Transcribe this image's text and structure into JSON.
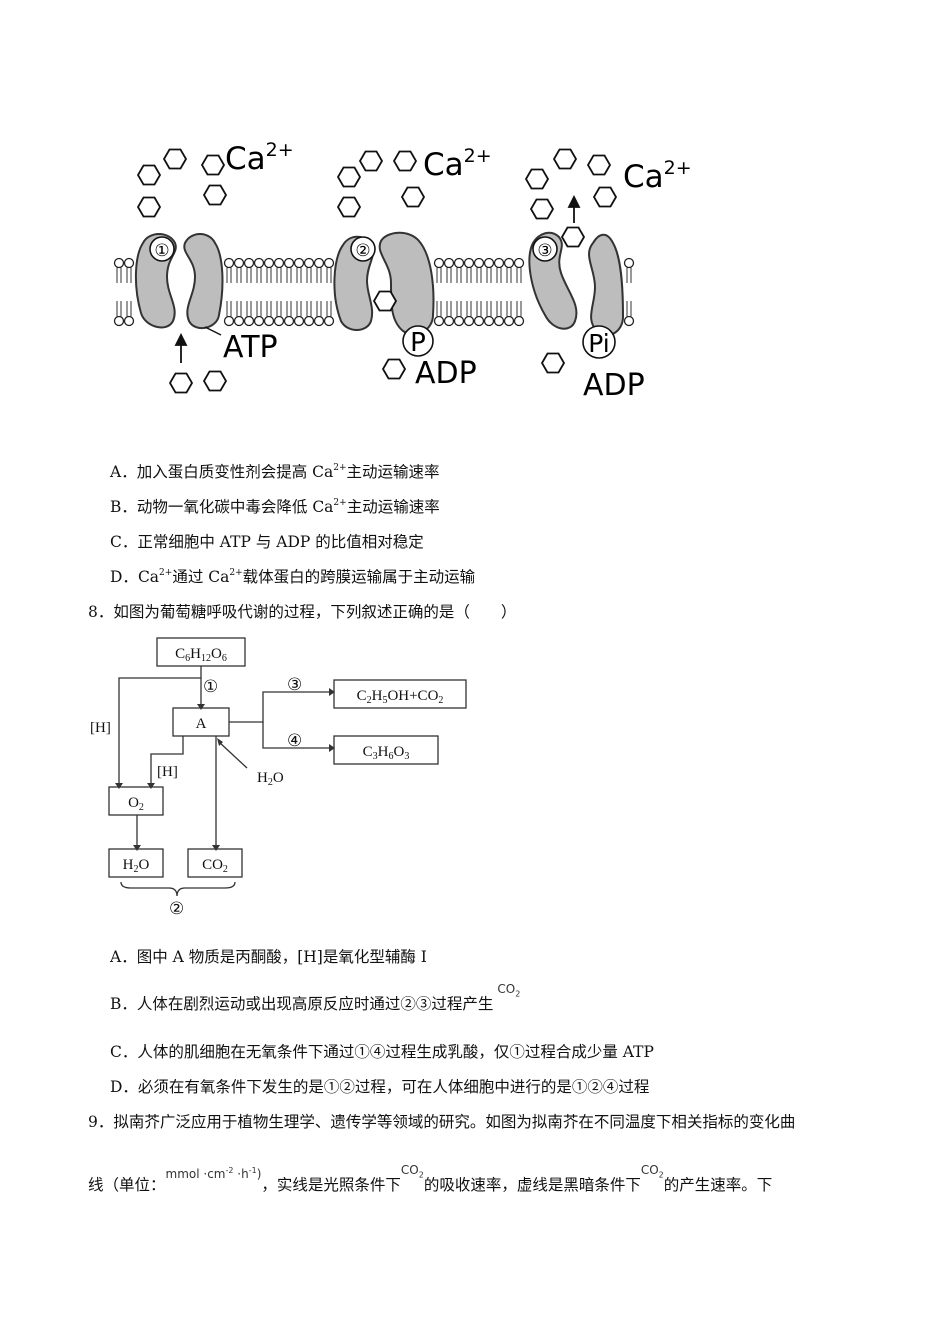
{
  "membrane_figure": {
    "ion_label": "Ca",
    "ion_charge": "2+",
    "steps": [
      "①",
      "②",
      "③"
    ],
    "atp": "ATP",
    "adp": "ADP",
    "p": "P",
    "pi": "Pi"
  },
  "q7_options": {
    "A": {
      "letter": "A．",
      "pre": "加入蛋白质变性剂会提高 Ca",
      "sup": "2+",
      "post": "主动运输速率"
    },
    "B": {
      "letter": "B．",
      "pre": "动物一氧化碳中毒会降低 Ca",
      "sup": "2+",
      "post": "主动运输速率"
    },
    "C": {
      "letter": "C．",
      "text": "正常细胞中 ATP 与 ADP 的比值相对稳定"
    },
    "D": {
      "letter": "D．",
      "pre": "Ca",
      "sup": "2+",
      "mid": "通过 Ca",
      "sup2": "2+",
      "post": "载体蛋白的跨膜运输属于主动运输"
    }
  },
  "q8": {
    "stem": "8．如图为葡萄糖呼吸代谢的过程，下列叙述正确的是（　　）",
    "diagram": {
      "glucose": "C6H12O6",
      "a": "A",
      "o2": "O2",
      "h2o_box": "H2O",
      "co2_box": "CO2",
      "h2o_in": "H2O",
      "ethanol": "C2H5OH+CO2",
      "lactic": "C3H6O3",
      "h1": "[H]",
      "h2": "[H]",
      "n1": "①",
      "n2": "②",
      "n3": "③",
      "n4": "④"
    },
    "options": {
      "A": "A．图中  A 物质是丙酮酸，[H]是氧化型辅酶 I",
      "B": "B．人体在剧烈运动或出现高原反应时通过②③过程产生",
      "B_co2": "CO",
      "B_co2_sub": "2",
      "C": "C．人体的肌细胞在无氧条件下通过①④过程生成乳酸，仅①过程合成少量 ATP",
      "D": "D．必须在有氧条件下发生的是①②过程，可在人体细胞中进行的是①②④过程"
    }
  },
  "q9": {
    "line1": "9．拟南芥广泛应用于植物生理学、遗传学等领域的研究。如图为拟南芥在不同温度下相关指标的变化曲",
    "line2_pre": "线（单位：",
    "unit": "mmol ·cm",
    "unit_sup1": "-2",
    "unit_mid": " ·h",
    "unit_sup2": "-1",
    "unit_close": ")",
    "line2_a": "，实线是光照条件下",
    "co2": "CO",
    "co2_sub": "2",
    "line2_b": "的吸收速率，虚线是黑暗条件下",
    "line2_c": "的产生速率。下"
  }
}
